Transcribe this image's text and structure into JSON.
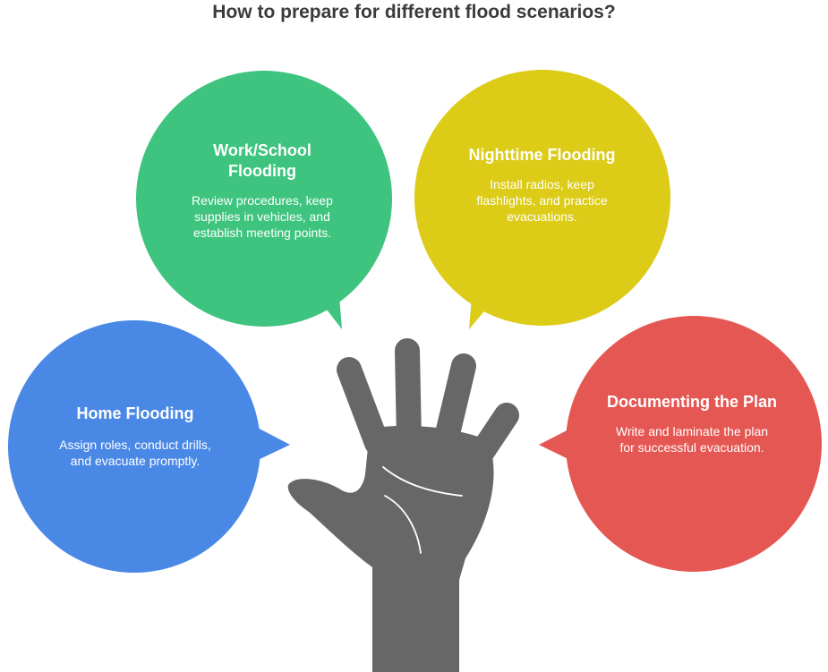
{
  "title": "How to prepare for different flood scenarios?",
  "colors": {
    "work": "#3ec47e",
    "night": "#dccb17",
    "home": "#4a88e6",
    "doc": "#e45752",
    "hand": "#676767",
    "palm_lines": "#ffffff"
  },
  "bubbles": {
    "work": {
      "heading": "Work/School Flooding",
      "description": "Review procedures, keep supplies in vehicles, and establish meeting points."
    },
    "night": {
      "heading": "Nighttime Flooding",
      "description": "Install radios, keep flashlights, and practice evacuations."
    },
    "home": {
      "heading": "Home Flooding",
      "description": "Assign roles, conduct drills, and evacuate promptly."
    },
    "doc": {
      "heading": "Documenting the Plan",
      "description": "Write and laminate the plan for successful evacuation."
    }
  },
  "icons": {
    "center": "hand-icon"
  }
}
